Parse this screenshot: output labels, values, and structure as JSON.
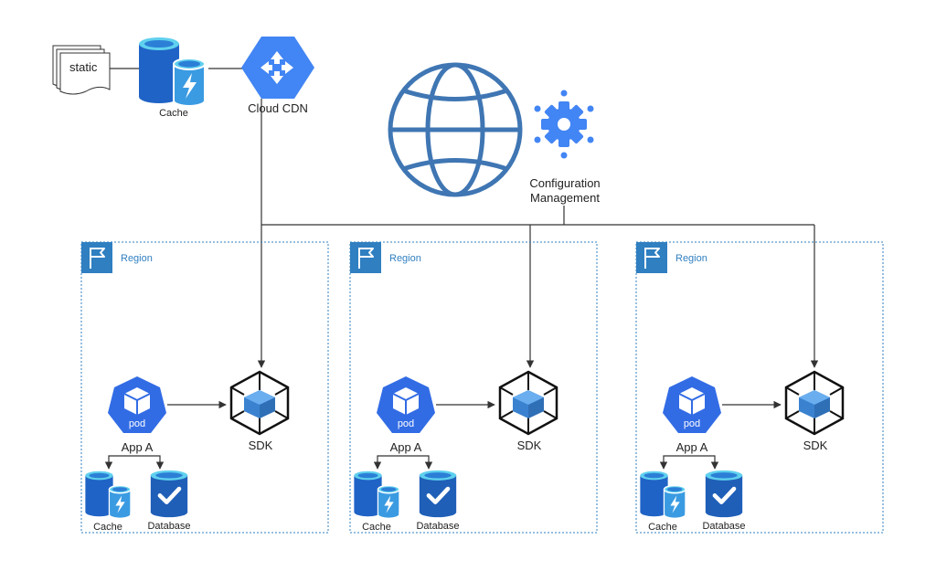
{
  "colors": {
    "accent": "#2f7fc1",
    "pod_blue": "#326ce5",
    "globe_blue": "#3f76b3",
    "gear_blue": "#4285f4",
    "cdn_blue": "#4285f4",
    "cyan": "#5fd0ee",
    "line": "#333333",
    "region_border": "#2f7fc1"
  },
  "top": {
    "static_label": "static",
    "cache_label": "Cache",
    "cdn_label": "Cloud CDN",
    "config_label_line1": "Configuration",
    "config_label_line2": "Management",
    "globe_icon": "globe-icon",
    "gear_icon": "gear-icon"
  },
  "regions": [
    {
      "title": "Region",
      "pod_label": "pod",
      "app_label": "App A",
      "sdk_label": "SDK",
      "cache_label": "Cache",
      "db_label": "Database"
    },
    {
      "title": "Region",
      "pod_label": "pod",
      "app_label": "App A",
      "sdk_label": "SDK",
      "cache_label": "Cache",
      "db_label": "Database"
    },
    {
      "title": "Region",
      "pod_label": "pod",
      "app_label": "App A",
      "sdk_label": "SDK",
      "cache_label": "Cache",
      "db_label": "Database"
    }
  ]
}
